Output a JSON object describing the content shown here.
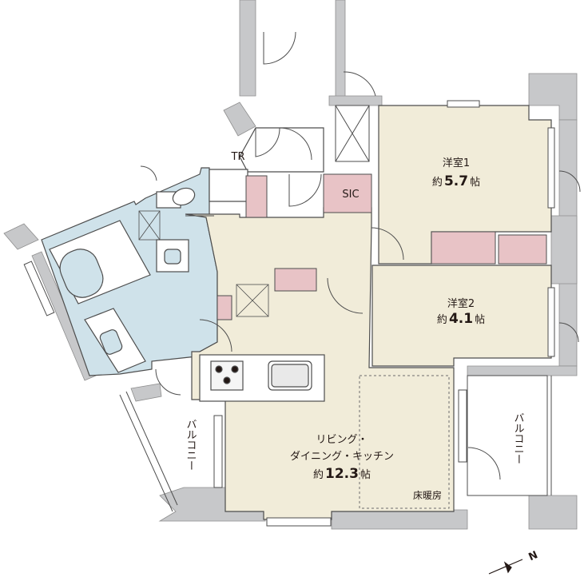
{
  "rooms": {
    "western_room_1": {
      "name": "洋室1",
      "area_prefix": "約",
      "area_value": "5.7",
      "area_unit": "帖"
    },
    "western_room_2": {
      "name": "洋室2",
      "area_prefix": "約",
      "area_value": "4.1",
      "area_unit": "帖"
    },
    "ldk": {
      "name_line1": "リビング・",
      "name_line2": "ダイニング・キッチン",
      "area_prefix": "約",
      "area_value": "12.3",
      "area_unit": "帖"
    },
    "toilet": {
      "name": "TR"
    },
    "sic": {
      "name": "SIC"
    }
  },
  "labels": {
    "floor_heating": "床暖房",
    "balcony_left": "バルコニー",
    "balcony_right": "バルコニー",
    "north": "N"
  },
  "colors": {
    "wall": "#c7c8ca",
    "floor_wood": "#f1ecd9",
    "wet_area": "#cfe2ea",
    "storage": "#e8c3c6",
    "line": "#4d4d4d"
  }
}
